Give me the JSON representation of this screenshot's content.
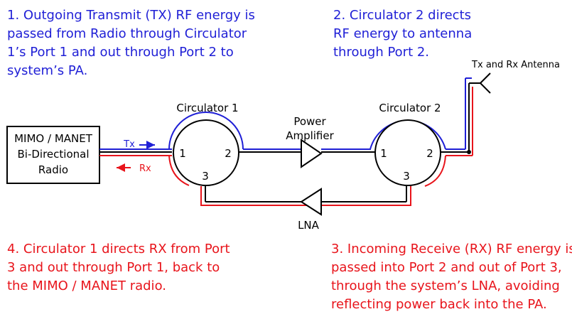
{
  "notes": {
    "tx_out": {
      "lines": [
        "1. Outgoing Transmit (TX) RF energy is",
        "passed from Radio through Circulator",
        "1’s Port 1 and out through Port 2 to",
        "system’s PA."
      ]
    },
    "circ2_tx": {
      "lines": [
        "2. Circulator 2 directs",
        "RF energy to antenna",
        "through Port 2."
      ]
    },
    "rx_in": {
      "lines": [
        "3. Incoming Receive (RX) RF energy is",
        "passed into Port 2 and out of Port 3,",
        "through the system’s LNA, avoiding",
        "reflecting power back into the PA."
      ]
    },
    "circ1_rx": {
      "lines": [
        "4. Circulator 1 directs RX from Port",
        "3 and out through Port 1, back to",
        "the MIMO / MANET radio."
      ]
    }
  },
  "diagram": {
    "radio": {
      "lines": [
        "MIMO / MANET",
        "Bi-Directional",
        "Radio"
      ]
    },
    "tx_label": "Tx",
    "rx_label": "Rx",
    "circulator1": {
      "label": "Circulator 1",
      "port1": "1",
      "port2": "2",
      "port3": "3"
    },
    "circulator2": {
      "label": "Circulator 2",
      "port1": "1",
      "port2": "2",
      "port3": "3"
    },
    "power_amplifier": {
      "lines": [
        "Power",
        "Amplifier"
      ]
    },
    "lna": {
      "label": "LNA"
    },
    "antenna": {
      "label": "Tx and Rx Antenna"
    },
    "colors": {
      "tx": "#1f1fd6",
      "rx": "#e8141b",
      "line": "#000000"
    }
  }
}
